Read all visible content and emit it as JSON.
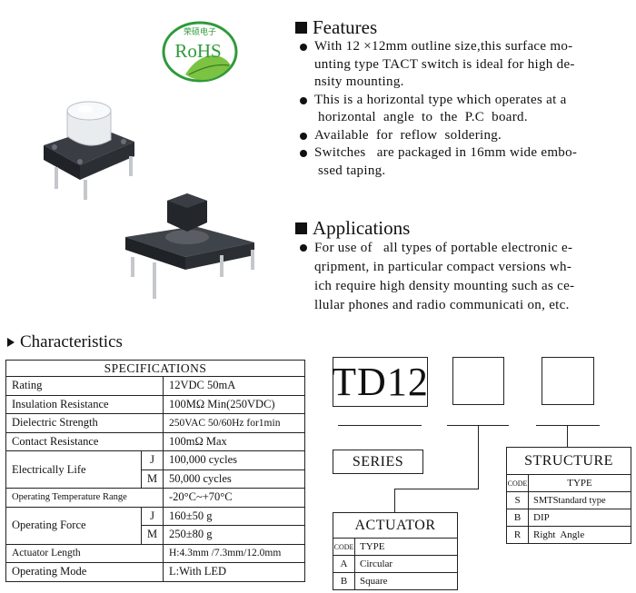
{
  "logo": {
    "brand_cn": "荣硕电子",
    "mark": "RoHS"
  },
  "features": {
    "title": "Features",
    "items": [
      [
        "With 12 ×12mm outline size,this surface mo-",
        "unting type TACT switch is ideal for high de-",
        "nsity mounting."
      ],
      [
        "This is a horizontal type which operates at a",
        " horizontal  angle  to  the  P.C  board."
      ],
      [
        "Available  for  reflow  soldering."
      ],
      [
        "Switches   are packaged in 16mm wide embo-",
        " ssed taping."
      ]
    ]
  },
  "applications": {
    "title": "Applications",
    "items": [
      [
        "For use of   all types of portable electronic e-",
        "qripment, in particular compact versions wh-",
        "ich require high density mounting such as ce-",
        "llular phones and radio communicati on, etc."
      ]
    ]
  },
  "characteristics": {
    "title": "Characteristics",
    "table_title": "SPECIFICATIONS",
    "rows": [
      {
        "label": "Rating",
        "value": "12VDC 50mA"
      },
      {
        "label": "Insulation Resistance",
        "value": "100MΩ Min(250VDC)"
      },
      {
        "label": "Dielectric Strength",
        "value": "250VAC 50/60Hz for1min"
      },
      {
        "label": "Contact Resistance",
        "value": "100mΩ Max"
      },
      {
        "label": "Electrically Life",
        "sub": [
          {
            "k": "J",
            "v": "100,000 cycles"
          },
          {
            "k": "M",
            "v": "50,000 cycles"
          }
        ]
      },
      {
        "label": "Operating Temperature Range",
        "value": "-20°C~+70°C"
      },
      {
        "label": "Operating Force",
        "sub": [
          {
            "k": "J",
            "v": "160±50 g"
          },
          {
            "k": "M",
            "v": "250±80 g"
          }
        ]
      },
      {
        "label": "Actuator Length",
        "value": "H:4.3mm /7.3mm/12.0mm"
      },
      {
        "label": "Operating Mode",
        "value": "L:With LED"
      }
    ]
  },
  "part_number": {
    "prefix": "TD12",
    "series_label": "SERIES",
    "structure": {
      "title": "STRUCTURE",
      "code_header": "CODE",
      "type_header": "TYPE",
      "rows": [
        {
          "code": "S",
          "type": "SMTStandard type"
        },
        {
          "code": "B",
          "type": "DIP"
        },
        {
          "code": "R",
          "type": "Right  Angle"
        }
      ]
    },
    "actuator": {
      "title": "ACTUATOR",
      "code_header": "CODE",
      "type_header": "TYPE",
      "rows": [
        {
          "code": "A",
          "type": "Circular"
        },
        {
          "code": "B",
          "type": "Square"
        }
      ]
    }
  },
  "colors": {
    "logo_green": "#2e9a3a",
    "leaf_green": "#7cc243",
    "switch_body": "#2b2e33",
    "text": "#111111"
  }
}
